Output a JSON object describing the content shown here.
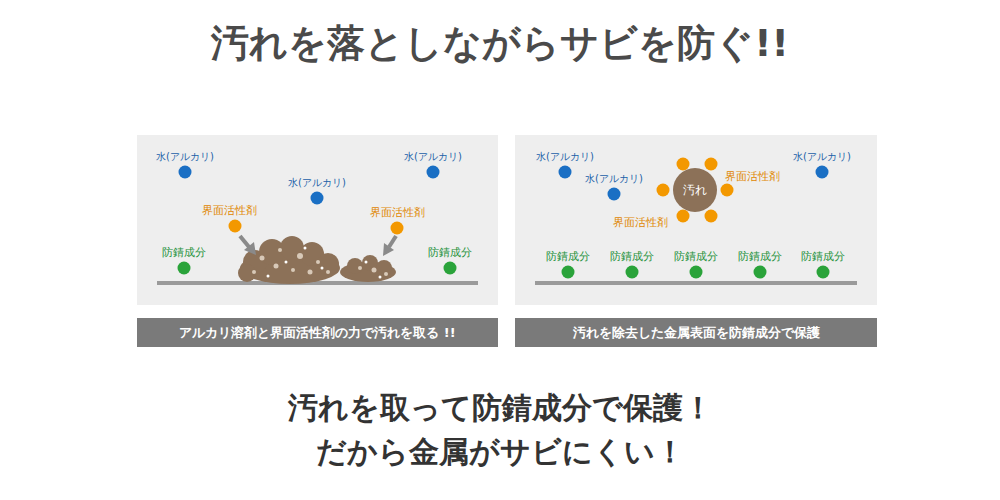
{
  "diagram": {
    "title": "汚れを落としながらサビを防ぐ!!",
    "caption": "汚れを取って防錆成分で保護！ だから金属がサビにくい！",
    "nodes": [
      {
        "text": [
          "汚れ"
        ]
      },
      {
        "text": [
          "アルカリ溶剤と界面活性剤の力で汚れを取る !!"
        ]
      },
      {
        "text": [
          "汚れを除去した金属表面を防錆成分で保護"
        ]
      }
    ],
    "labels": [
      "水(アルカリ)",
      "水(アルカリ)",
      "水(アルカリ)",
      "界面活性剤",
      "界面活性剤",
      "防錆成分",
      "防錆成分",
      "水(アルカリ)",
      "水(アルカリ)",
      "水(アルカリ)",
      "界面活性剤",
      "界面活性剤",
      "防錆成分",
      "防錆成分",
      "防錆成分",
      "防錆成分",
      "防錆成分"
    ]
  }
}
